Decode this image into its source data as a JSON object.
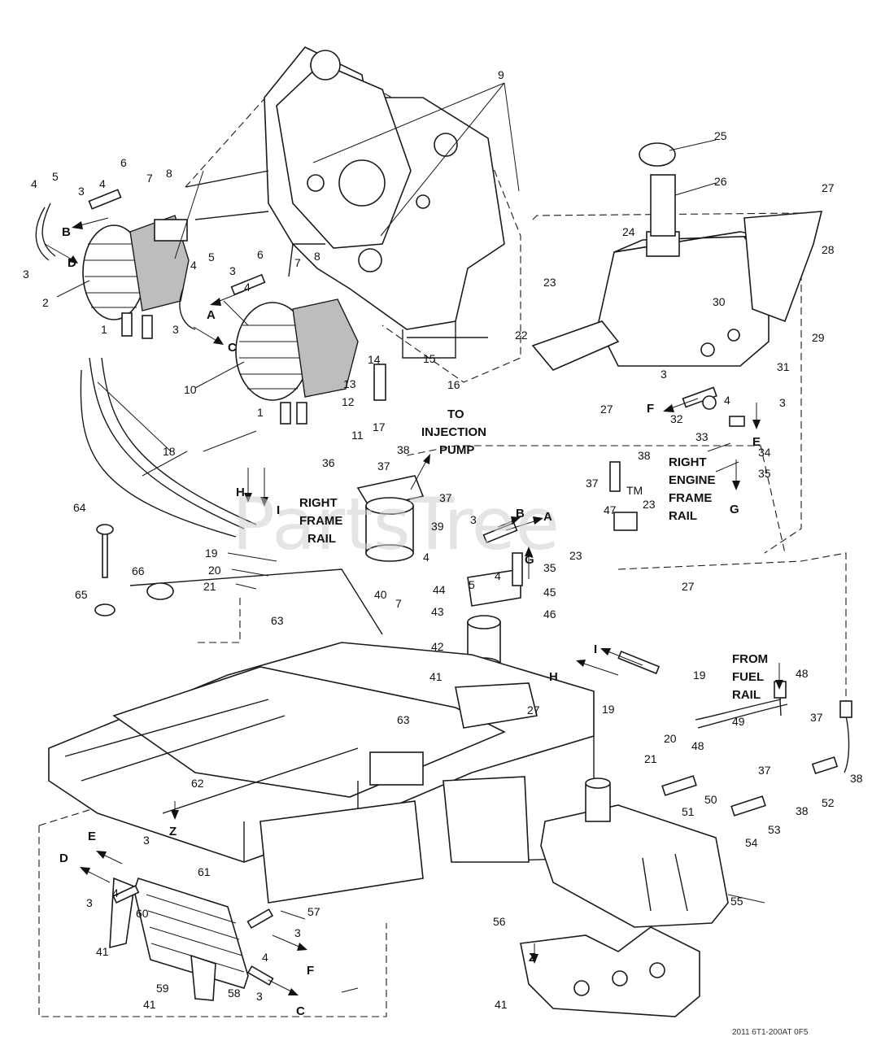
{
  "watermark": "PartsTree",
  "trademark": "TM",
  "footer_code": "2011 6T1-200AT 0F5",
  "callouts": {
    "to_injection_pump": [
      "TO",
      "INJECTION",
      "PUMP"
    ],
    "right_frame_rail": [
      "RIGHT",
      "FRAME",
      "RAIL"
    ],
    "right_engine_frame_rail": [
      "RIGHT",
      "ENGINE",
      "FRAME",
      "RAIL"
    ],
    "from_fuel_rail": [
      "FROM",
      "FUEL",
      "RAIL"
    ]
  },
  "connection_letters": [
    "A",
    "B",
    "C",
    "D",
    "E",
    "F",
    "G",
    "H",
    "I",
    "Z"
  ],
  "part_numbers": [
    "1",
    "2",
    "3",
    "4",
    "5",
    "6",
    "7",
    "8",
    "9",
    "10",
    "11",
    "12",
    "13",
    "14",
    "15",
    "16",
    "17",
    "18",
    "19",
    "20",
    "21",
    "22",
    "23",
    "24",
    "25",
    "26",
    "27",
    "28",
    "29",
    "30",
    "31",
    "32",
    "33",
    "34",
    "35",
    "36",
    "37",
    "38",
    "39",
    "40",
    "41",
    "42",
    "43",
    "44",
    "45",
    "46",
    "47",
    "48",
    "49",
    "50",
    "51",
    "52",
    "53",
    "54",
    "55",
    "56",
    "57",
    "58",
    "59",
    "60",
    "61",
    "62",
    "63",
    "64",
    "65",
    "66"
  ]
}
